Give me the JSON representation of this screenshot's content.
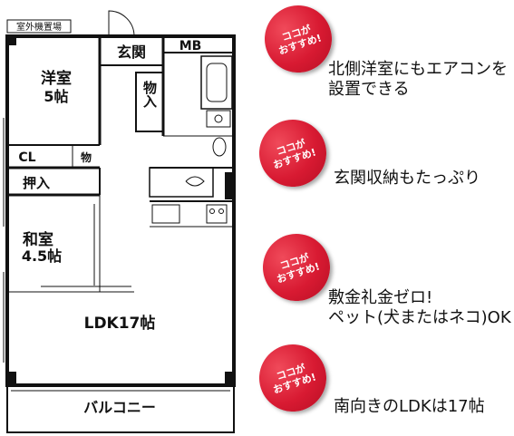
{
  "floorplan": {
    "outdoor_unit_label": "室外機置場",
    "rooms": {
      "western_room": "洋室",
      "western_room_size": "5帖",
      "entrance": "玄関",
      "mb": "MB",
      "storage_vertical": "物入",
      "closet": "CL",
      "storage_small": "物",
      "oshiire": "押入",
      "japanese_room": "和室",
      "japanese_room_size": "4.5帖",
      "ldk": "LDK17帖",
      "balcony": "バルコニー"
    }
  },
  "badge": {
    "line1": "ココが",
    "line2": "おすすめ!"
  },
  "features": [
    {
      "line1": "北側洋室にもエアコンを",
      "line2": "設置できる"
    },
    {
      "line1": "玄関収納もたっぷり",
      "line2": ""
    },
    {
      "line1": "敷金礼金ゼロ!",
      "line2": "ペット(犬またはネコ)OK"
    },
    {
      "line1": "南向きのLDKは17帖",
      "line2": ""
    }
  ]
}
